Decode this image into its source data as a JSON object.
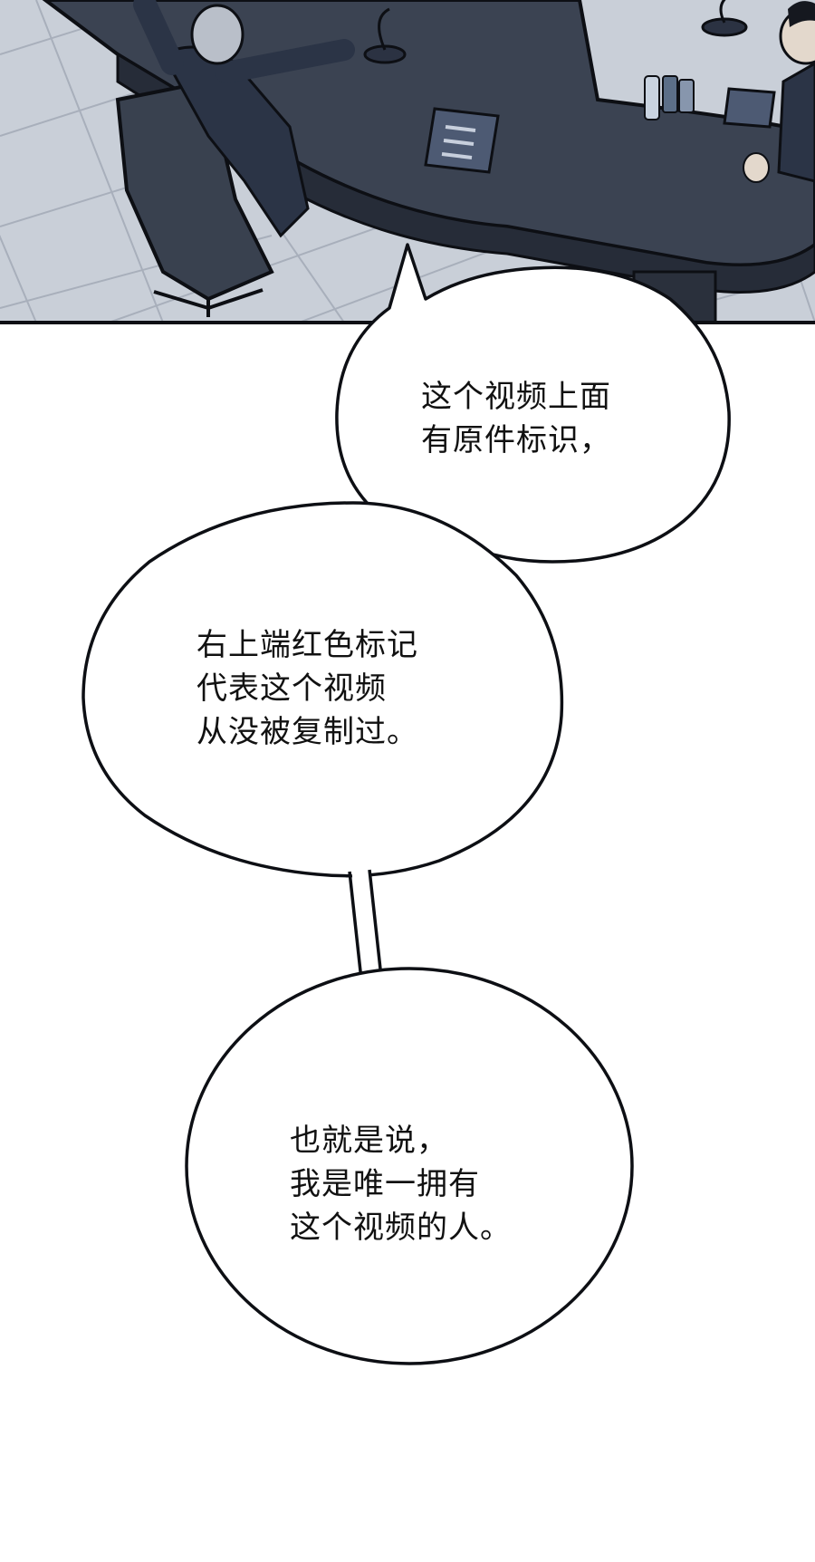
{
  "panel": {
    "palette": {
      "floor": "#c9cfd8",
      "floor_line": "#a8afbb",
      "table": "#3b4352",
      "table_edge": "#262c38",
      "suit": "#2b3446",
      "outline": "#0d0f14",
      "bubble_fill": "#ffffff"
    }
  },
  "bubbles": [
    {
      "lines": [
        "这个视频上面",
        "有原件标识，"
      ]
    },
    {
      "lines": [
        "右上端红色标记",
        "代表这个视频",
        "从没被复制过。"
      ]
    },
    {
      "lines": [
        "也就是说，",
        "我是唯一拥有",
        "这个视频的人。"
      ]
    }
  ]
}
